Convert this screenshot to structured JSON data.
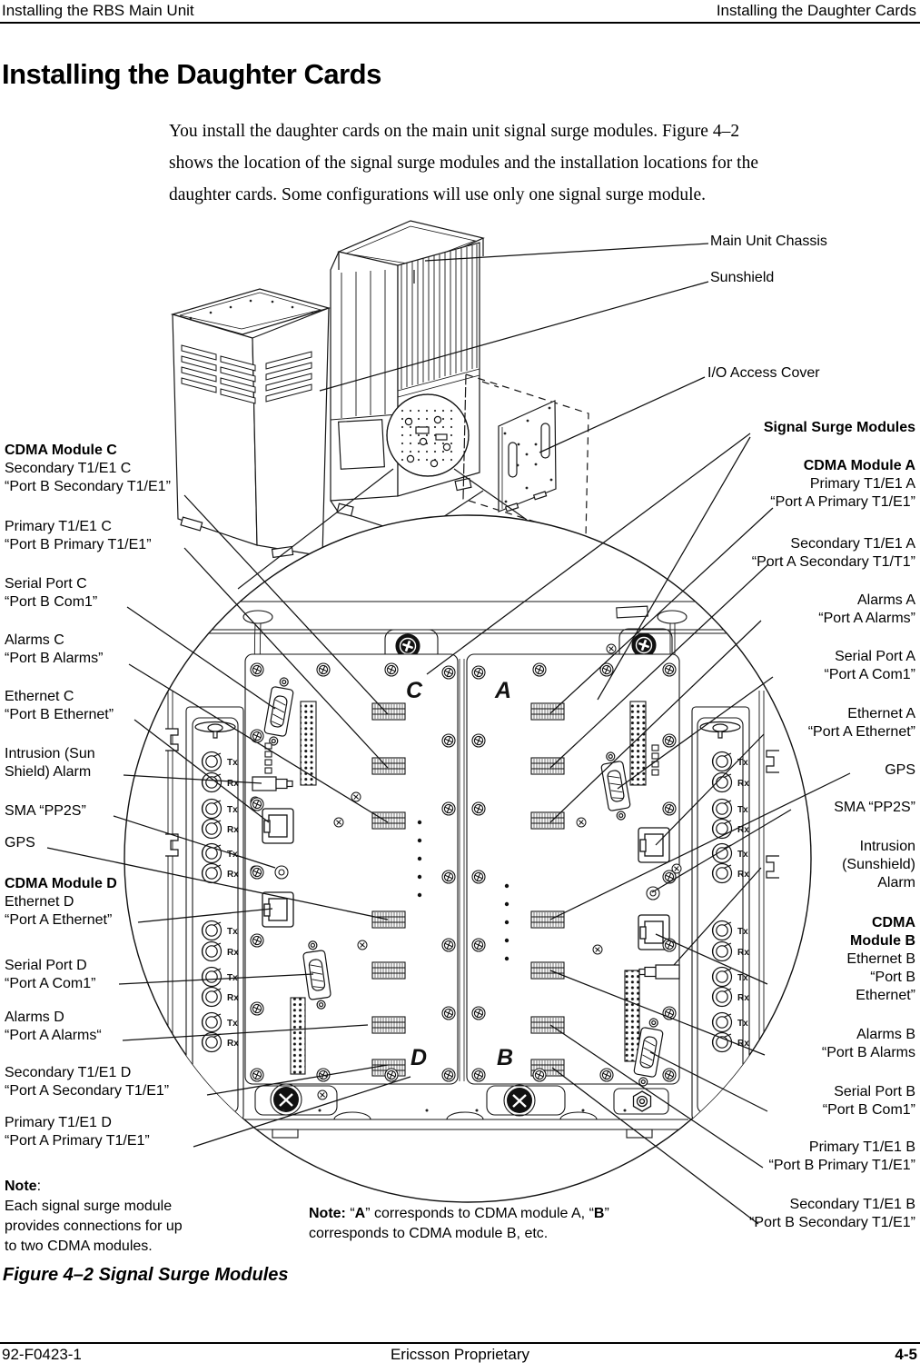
{
  "header": {
    "left": "Installing the RBS Main Unit",
    "right": "Installing the Daughter Cards"
  },
  "title": "Installing the Daughter Cards",
  "intro_lines": [
    "You install the daughter cards on the main unit signal surge modules. Figure 4–2",
    "shows the location of the signal surge modules and the installation locations for the",
    "daughter cards. Some configurations will use only one signal surge module."
  ],
  "figure": {
    "module_letters": {
      "c": "C",
      "a": "A",
      "d": "D",
      "b": "B"
    },
    "labels": {
      "tx": "Tx",
      "rx": "Rx"
    },
    "callouts_left": [
      {
        "lines": [
          {
            "t": "CDMA Module C",
            "b": true
          },
          "Secondary T1/E1 C",
          "“Port B Secondary T1/E1”"
        ]
      },
      {
        "lines": [
          "Primary T1/E1 C",
          "“Port B Primary T1/E1”"
        ]
      },
      {
        "lines": [
          "Serial Port C",
          "“Port B Com1”"
        ]
      },
      {
        "lines": [
          "Alarms C",
          "“Port B Alarms”"
        ]
      },
      {
        "lines": [
          "Ethernet C",
          "“Port B Ethernet”"
        ]
      },
      {
        "lines": [
          "Intrusion (Sun",
          "Shield) Alarm"
        ]
      },
      {
        "lines": [
          "SMA “PP2S”"
        ]
      },
      {
        "lines": [
          "GPS"
        ]
      },
      {
        "lines": [
          {
            "t": "CDMA Module D",
            "b": true
          },
          "Ethernet D",
          "“Port A Ethernet”"
        ]
      },
      {
        "lines": [
          "Serial Port D",
          "“Port A Com1”"
        ]
      },
      {
        "lines": [
          "Alarms D",
          "“Port A Alarms“"
        ]
      },
      {
        "lines": [
          "Secondary T1/E1 D",
          "“Port A Secondary T1/E1”"
        ]
      },
      {
        "lines": [
          "Primary T1/E1 D",
          "“Port A Primary T1/E1”"
        ]
      }
    ],
    "callouts_right": [
      {
        "lines": [
          "Main Unit Chassis"
        ]
      },
      {
        "lines": [
          "Sunshield"
        ]
      },
      {
        "lines": [
          "I/O Access Cover"
        ]
      },
      {
        "lines": [
          {
            "t": "Signal Surge Modules",
            "b": true
          }
        ]
      },
      {
        "lines": [
          {
            "t": "CDMA Module A",
            "b": true
          },
          "Primary T1/E1 A",
          "“Port A Primary T1/E1”"
        ]
      },
      {
        "lines": [
          "Secondary T1/E1 A",
          "“Port A Secondary T1/T1”"
        ]
      },
      {
        "lines": [
          "Alarms A",
          "“Port A Alarms”"
        ]
      },
      {
        "lines": [
          "Serial Port A",
          "“Port A Com1”"
        ]
      },
      {
        "lines": [
          "Ethernet A",
          "“Port A Ethernet”"
        ]
      },
      {
        "lines": [
          "GPS"
        ]
      },
      {
        "lines": [
          "SMA “PP2S”"
        ]
      },
      {
        "lines": [
          "Intrusion",
          "(Sunshield)",
          "Alarm"
        ]
      },
      {
        "lines": [
          {
            "t": "CDMA",
            "b": true
          },
          {
            "t": "Module B",
            "b": true
          },
          "Ethernet B",
          "“Port B",
          "Ethernet”"
        ]
      },
      {
        "lines": [
          "Alarms B",
          "“Port B Alarms"
        ]
      },
      {
        "lines": [
          "Serial Port B",
          "“Port B Com1”"
        ]
      },
      {
        "lines": [
          "Primary T1/E1 B",
          "“Port B Primary T1/E1”"
        ]
      },
      {
        "lines": [
          "Secondary T1/E1 B",
          "“Port B Secondary T1/E1”"
        ]
      }
    ],
    "note_left": {
      "parts": [
        {
          "t": "Note",
          "b": true
        },
        {
          "t": ":"
        }
      ],
      "lines": [
        "Each signal surge module",
        "provides connections for up",
        "to two CDMA modules."
      ]
    },
    "note_center": {
      "parts": [
        {
          "t": "Note:",
          "b": true
        },
        {
          "t": " “"
        },
        {
          "t": "A",
          "b": true
        },
        {
          "t": "” corresponds to CDMA module A, “"
        },
        {
          "t": "B",
          "b": true
        },
        {
          "t": "”"
        }
      ],
      "line2": "corresponds to CDMA module B, etc."
    },
    "caption": "Figure 4–2  Signal Surge Modules"
  },
  "footer": {
    "left": "92-F0423-1",
    "center": "Ericsson Proprietary",
    "right": "4-5"
  }
}
